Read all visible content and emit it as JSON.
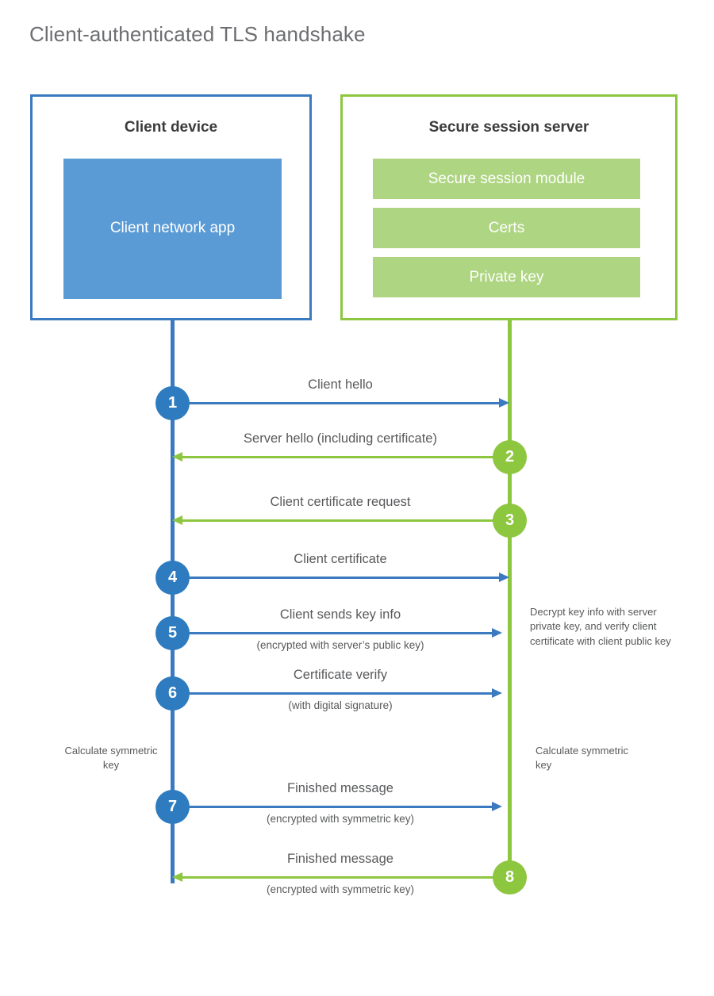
{
  "diagram": {
    "title": "Client-authenticated TLS handshake",
    "colors": {
      "client_accent": "#3b7ac0",
      "client_app_fill": "#5b9bd5",
      "server_accent": "#8dc63f",
      "server_module_fill": "#aed581",
      "step_blue": "#2e7cbf",
      "step_green": "#8dc63f",
      "text": "#58595b",
      "title_text": "#6d6e71"
    }
  },
  "client": {
    "title": "Client device",
    "app_label": "Client network app"
  },
  "server": {
    "title": "Secure session server",
    "modules": [
      {
        "label": "Secure session module"
      },
      {
        "label": "Certs"
      },
      {
        "label": "Private key"
      }
    ]
  },
  "steps": [
    {
      "number": "1",
      "label": "Client hello",
      "sublabel": "",
      "direction": "client-to-server",
      "color": "blue"
    },
    {
      "number": "2",
      "label": "Server hello (including certificate)",
      "sublabel": "",
      "direction": "server-to-client",
      "color": "green"
    },
    {
      "number": "3",
      "label": "Client certificate request",
      "sublabel": "",
      "direction": "server-to-client",
      "color": "green"
    },
    {
      "number": "4",
      "label": "Client certificate",
      "sublabel": "",
      "direction": "client-to-server",
      "color": "blue"
    },
    {
      "number": "5",
      "label": "Client sends key info",
      "sublabel": "(encrypted with server’s public key)",
      "direction": "client-to-server",
      "color": "blue"
    },
    {
      "number": "6",
      "label": "Certificate verify",
      "sublabel": "(with digital signature)",
      "direction": "client-to-server",
      "color": "blue"
    },
    {
      "number": "7",
      "label": "Finished message",
      "sublabel": "(encrypted with symmetric key)",
      "direction": "client-to-server",
      "color": "blue"
    },
    {
      "number": "8",
      "label": "Finished message",
      "sublabel": "(encrypted with symmetric key)",
      "direction": "server-to-client",
      "color": "green"
    }
  ],
  "annotations": {
    "server_decrypt": "Decrypt key info with server private key, and verify client certificate with client public key",
    "client_calculate": "Calculate symmetric key",
    "server_calculate": "Calculate symmetric key"
  }
}
